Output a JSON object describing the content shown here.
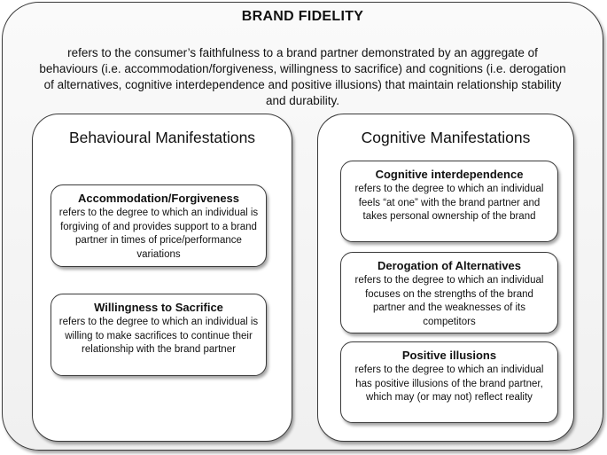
{
  "diagram": {
    "title": "BRAND FIDELITY",
    "definition": "refers to the consumer’s faithfulness to a brand partner demonstrated by an aggregate of behaviours (i.e. accommodation/forgiveness, willingness to sacrifice) and cognitions (i.e. derogation of alternatives, cognitive interdependence and positive illusions) that maintain relationship stability and durability.",
    "behavioural": {
      "title": "Behavioural Manifestations",
      "items": [
        {
          "title": "Accommodation/Forgiveness",
          "body": "refers to the degree to which an individual is forgiving of and provides support to a brand partner in times of price/performance variations"
        },
        {
          "title": "Willingness to Sacrifice",
          "body": "refers to the degree to which an individual is willing to make sacrifices to continue their relationship with the brand partner"
        }
      ]
    },
    "cognitive": {
      "title": "Cognitive Manifestations",
      "items": [
        {
          "title": "Cognitive interdependence",
          "body": "refers to the degree to which an individual feels “at one” with the brand partner and takes personal ownership of the brand"
        },
        {
          "title": "Derogation of Alternatives",
          "body": "refers to the degree to which an individual focuses on the strengths of the brand partner and the weaknesses of its competitors"
        },
        {
          "title": "Positive illusions",
          "body": "refers to the degree to which an individual has positive illusions of the brand partner, which may (or may not) reflect reality"
        }
      ]
    }
  }
}
